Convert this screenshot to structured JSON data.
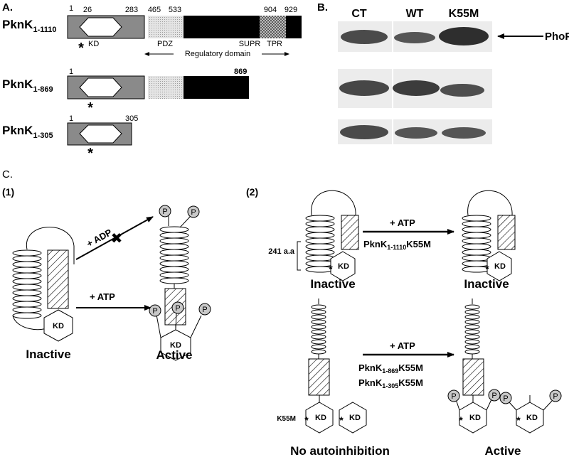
{
  "panel_labels": {
    "a": "A.",
    "b": "B.",
    "c": "C."
  },
  "panel_a": {
    "constructs": [
      {
        "name": "PknK",
        "range": "1-1110",
        "start_num": "1"
      },
      {
        "name": "PknK",
        "range": "1-869",
        "start_num": "1",
        "end_num": "869"
      },
      {
        "name": "PknK",
        "range": "1-305",
        "start_num": "1",
        "end_num": "305"
      }
    ],
    "positions": [
      "26",
      "283",
      "465",
      "533",
      "904",
      "929"
    ],
    "domain_labels": {
      "kd": "KD",
      "pdz": "PDZ",
      "supr": "SUPR",
      "tpr": "TPR"
    },
    "star": "*",
    "regulatory_domain": "Regulatory domain"
  },
  "panel_b": {
    "columns": [
      "CT",
      "WT",
      "K55M"
    ],
    "arrow_label": "PhoP"
  },
  "panel_c": {
    "sub1": "(1)",
    "sub2": "(2)",
    "kd": "KD",
    "p": "P",
    "plus_adp": "+ ADP",
    "plus_atp": "+ ATP",
    "blocked_mark": "✖",
    "inactive": "Inactive",
    "active": "Active",
    "no_autoinhibition": "No autoinhibition",
    "length_label": "241 a.a",
    "k55m_label": "K55M",
    "mutant_full": {
      "name": "PknK",
      "sub": "1-1110",
      "suffix": "K55M"
    },
    "mutant_869": {
      "name": "PknK",
      "sub": "1-869",
      "suffix": "K55M"
    },
    "mutant_305": {
      "name": "PknK",
      "sub": "1-305",
      "suffix": "K55M"
    }
  }
}
